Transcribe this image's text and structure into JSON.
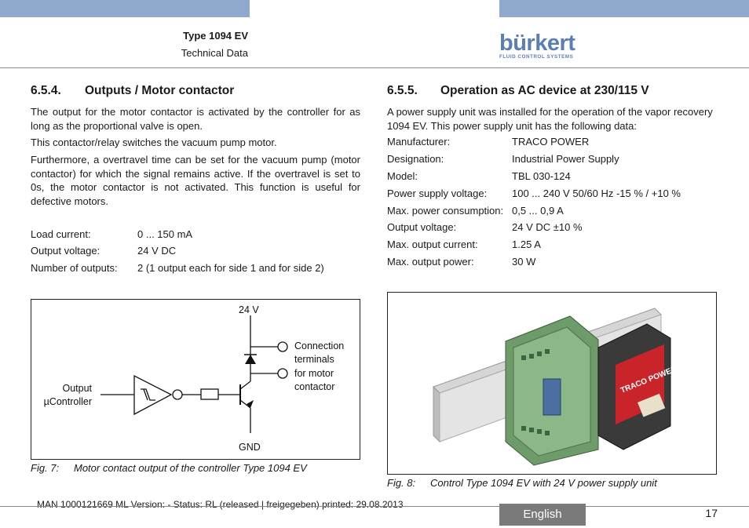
{
  "header": {
    "title": "Type 1094 EV",
    "subtitle": "Technical Data",
    "logo_word": "bürkert",
    "logo_tagline": "FLUID CONTROL SYSTEMS"
  },
  "left": {
    "section_number": "6.5.4.",
    "section_title": "Outputs / Motor contactor",
    "paragraphs": [
      "The output for the motor contactor is activated by the controller for as long as the proportional valve is open.",
      "This contactor/relay switches the vacuum pump motor.",
      "Furthermore, a overtravel time can be set for the vacuum pump (motor contactor) for which the signal remains active. If the overtravel is set to 0s, the motor contactor is not activated. This function is useful for defective motors."
    ],
    "specs": [
      {
        "label": "Load current:",
        "value": "0 ... 150 mA"
      },
      {
        "label": "Output voltage:",
        "value": "24 V DC"
      },
      {
        "label": "Number of outputs:",
        "value": "2 (1 output each for side 1 and for side 2)"
      }
    ],
    "diagram": {
      "supply_label": "24 V",
      "ground_label": "GND",
      "input_label_line1": "Output",
      "input_label_line2": "µController",
      "output_label_lines": [
        "Connection",
        "terminals",
        "for motor",
        "contactor"
      ]
    },
    "caption_number": "Fig. 7:",
    "caption_text": "Motor contact output of the controller Type 1094 EV"
  },
  "right": {
    "section_number": "6.5.5.",
    "section_title": "Operation as AC device at 230/115 V",
    "intro": "A power supply unit was installed for the operation of the vapor recovery 1094 EV. This power supply unit has the following data:",
    "specs": [
      {
        "label": "Manufacturer:",
        "value": "TRACO POWER"
      },
      {
        "label": "Designation:",
        "value": "Industrial Power Supply"
      },
      {
        "label": "Model:",
        "value": "TBL 030-124"
      },
      {
        "label": "Power supply voltage:",
        "value": "100 ... 240 V 50/60 Hz -15 % / +10 %"
      },
      {
        "label": "Max. power consumption:",
        "value": "0,5 ... 0,9 A"
      },
      {
        "label": "Output voltage:",
        "value": "24 V DC ±10 %"
      },
      {
        "label": "Max. output current:",
        "value": "1.25 A"
      },
      {
        "label": "Max. output power:",
        "value": "30 W"
      }
    ],
    "photo_brand": "TRACO POWER",
    "caption_number": "Fig. 8:",
    "caption_text": "Control Type 1094 EV with 24 V power supply unit"
  },
  "footer": {
    "doc_info": "MAN  1000121669  ML  Version: - Status: RL (released | freigegeben)  printed: 29.08.2013",
    "language": "English",
    "page_number": "17"
  }
}
